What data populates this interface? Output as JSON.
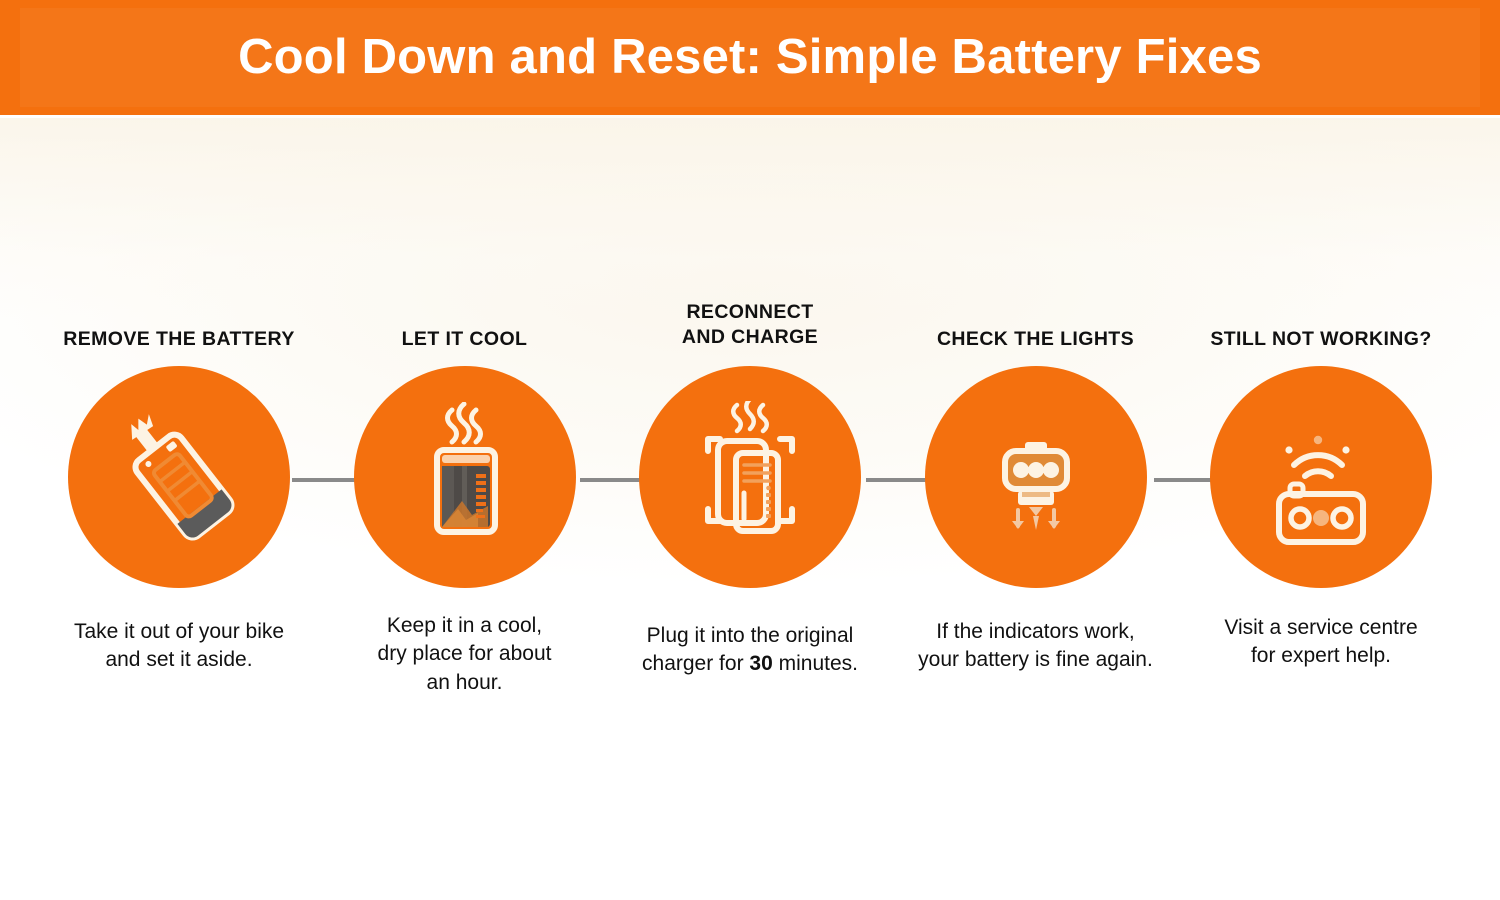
{
  "header": {
    "title": "Cool Down and Reset: Simple Battery Fixes",
    "background_color": "#f4700e",
    "text_color": "#ffffff"
  },
  "theme": {
    "accent_orange": "#f4700e",
    "icon_cream": "#fdf3e3",
    "connector_gray": "#8a8a8a",
    "page_background": "#ffffff",
    "paper_tint": "#fdfbf6",
    "text_dark": "#111111"
  },
  "steps": [
    {
      "label": "REMOVE THE BATTERY",
      "icon": "battery-unplugged-icon",
      "caption": "Take it out of your bike\nand set it aside."
    },
    {
      "label": "LET IT COOL",
      "icon": "battery-heat-waves-icon",
      "caption": "Keep it in a cool,\ndry place  for about\nan hour."
    },
    {
      "label": "RECONNECT\nAND CHARGE",
      "icon": "battery-scan-frame-icon",
      "caption_before": "Plug it into the original\ncharger for ",
      "caption_bold": "30",
      "caption_after": " minutes."
    },
    {
      "label": "CHECK THE LIGHTS",
      "icon": "indicator-lights-icon",
      "caption": "If the indicators work,\nyour battery is fine again."
    },
    {
      "label": "STILL NOT WORKING?",
      "icon": "wireless-service-device-icon",
      "caption": "Visit a service centre\nfor expert help."
    }
  ]
}
